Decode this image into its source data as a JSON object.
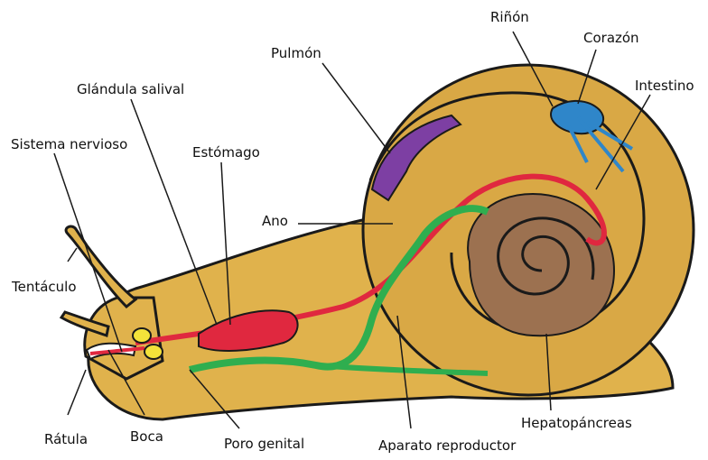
{
  "labels": {
    "rinon": "Riñón",
    "corazon": "Corazón",
    "intestino": "Intestino",
    "pulmon": "Pulmón",
    "glandula_salival": "Glándula salival",
    "sistema_nervioso": "Sistema nervioso",
    "estomago": "Estómago",
    "ano": "Ano",
    "tentaculo": "Tentáculo",
    "ratula": "Rátula",
    "boca": "Boca",
    "poro_genital": "Poro genital",
    "aparato_reproductor": "Aparato reproductor",
    "hepatopancreas": "Hepatopáncreas"
  },
  "colors": {
    "body": "#e0b24c",
    "shell": "#d9a845",
    "hepatopancreas": "#9c7150",
    "lung": "#7d3fa3",
    "intestine": "#e0283f",
    "reproductive": "#2fae4f",
    "heart_kidney": "#2f86c9",
    "nervous": "#f3e23a",
    "outline": "#1a1a1a"
  }
}
